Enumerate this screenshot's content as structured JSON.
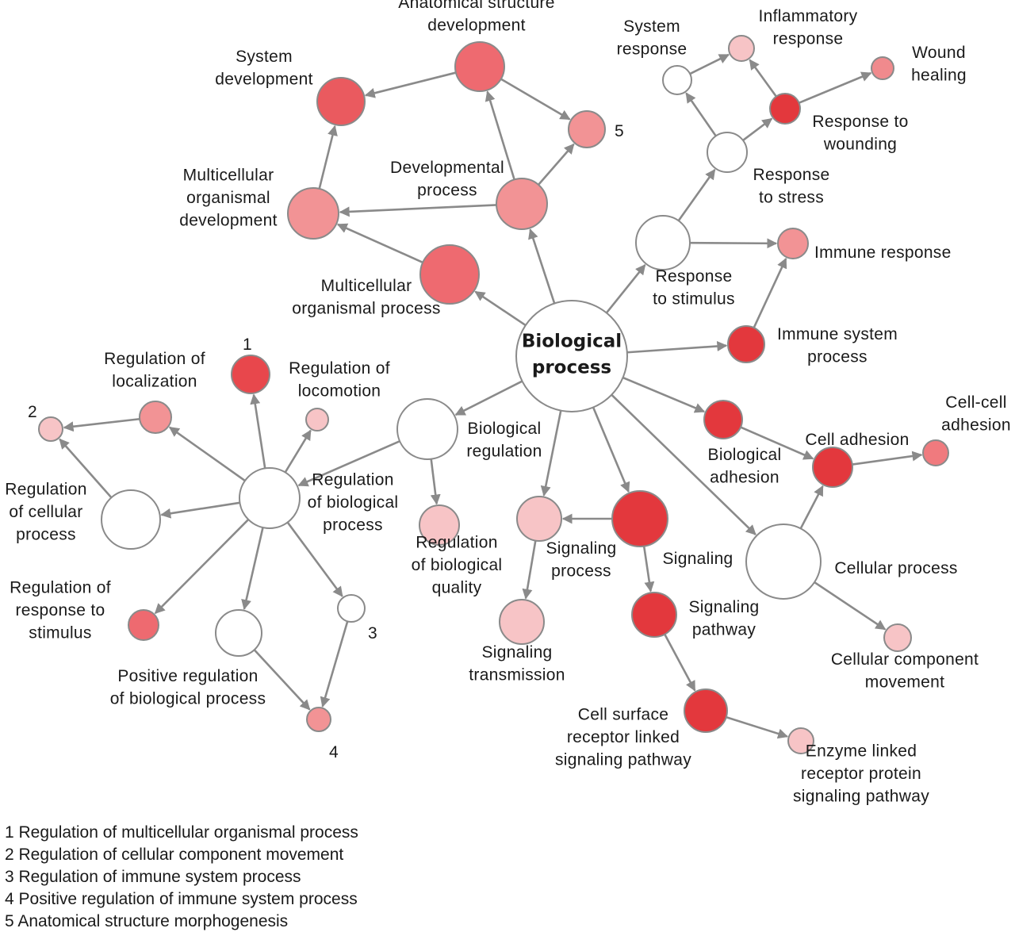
{
  "diagram": {
    "nodes": [
      {
        "id": "bp",
        "label": [
          "Biological",
          "process"
        ],
        "root": true,
        "fill": "#ffffff"
      },
      {
        "id": "asd",
        "label": [
          "Anatomical structure",
          "development"
        ],
        "fill": "#ee6a70"
      },
      {
        "id": "sysdev",
        "label": [
          "System",
          "development"
        ],
        "fill": "#ea5a5f"
      },
      {
        "id": "n5",
        "label": [
          "5"
        ],
        "fill": "#f29395"
      },
      {
        "id": "devproc",
        "label": [
          "Developmental",
          "process"
        ],
        "fill": "#f29395"
      },
      {
        "id": "mod",
        "label": [
          "Multicellular",
          "organismal",
          "development"
        ],
        "fill": "#f29395"
      },
      {
        "id": "mop",
        "label": [
          "Multicellular",
          "organismal process"
        ],
        "fill": "#ee6a70"
      },
      {
        "id": "sysresp",
        "label": [
          "System",
          "response"
        ],
        "fill": "#ffffff"
      },
      {
        "id": "inflam",
        "label": [
          "Inflammatory",
          "response"
        ],
        "fill": "#f7c4c6"
      },
      {
        "id": "wound",
        "label": [
          "Wound",
          "healing"
        ],
        "fill": "#f08a8d"
      },
      {
        "id": "rtw",
        "label": [
          "Response to",
          "wounding"
        ],
        "fill": "#e3383d"
      },
      {
        "id": "rts",
        "label": [
          "Response",
          "to stress"
        ],
        "fill": "#ffffff"
      },
      {
        "id": "rtstim",
        "label": [
          "Response",
          "to stimulus"
        ],
        "fill": "#ffffff"
      },
      {
        "id": "immresp",
        "label": [
          "Immune response"
        ],
        "fill": "#f29395"
      },
      {
        "id": "isp",
        "label": [
          "Immune system",
          "process"
        ],
        "fill": "#e3383d"
      },
      {
        "id": "badh",
        "label": [
          "Biological",
          "adhesion"
        ],
        "fill": "#e3383d"
      },
      {
        "id": "celladh",
        "label": [
          "Cell adhesion"
        ],
        "fill": "#e3383d"
      },
      {
        "id": "cellcell",
        "label": [
          "Cell-cell",
          "adhesion"
        ],
        "fill": "#f07a7e"
      },
      {
        "id": "cellproc",
        "label": [
          "Cellular process"
        ],
        "fill": "#ffffff"
      },
      {
        "id": "ccm",
        "label": [
          "Cellular component",
          "movement"
        ],
        "fill": "#f7c4c6"
      },
      {
        "id": "breg",
        "label": [
          "Biological",
          "regulation"
        ],
        "fill": "#ffffff"
      },
      {
        "id": "signaling",
        "label": [
          "Signaling"
        ],
        "fill": "#e3383d"
      },
      {
        "id": "sigproc",
        "label": [
          "Signaling",
          "process"
        ],
        "fill": "#f7c4c6"
      },
      {
        "id": "sigtrans",
        "label": [
          "Signaling",
          "transmission"
        ],
        "fill": "#f7c4c6"
      },
      {
        "id": "sigpath",
        "label": [
          "Signaling",
          "pathway"
        ],
        "fill": "#e3383d"
      },
      {
        "id": "csrl",
        "label": [
          "Cell surface",
          "receptor linked",
          "signaling pathway"
        ],
        "fill": "#e3383d"
      },
      {
        "id": "elrp",
        "label": [
          "Enzyme linked",
          "receptor protein",
          "signaling pathway"
        ],
        "fill": "#f7c4c6"
      },
      {
        "id": "rbq",
        "label": [
          "Regulation",
          "of biological",
          "quality"
        ],
        "fill": "#f7c4c6"
      },
      {
        "id": "rbp",
        "label": [
          "Regulation",
          "of biological",
          "process"
        ],
        "fill": "#ffffff"
      },
      {
        "id": "n1",
        "label": [
          "1"
        ],
        "fill": "#e8474c"
      },
      {
        "id": "rloco",
        "label": [
          "Regulation of",
          "locomotion"
        ],
        "fill": "#f7c4c6"
      },
      {
        "id": "rloc",
        "label": [
          "Regulation of",
          "localization"
        ],
        "fill": "#f29395"
      },
      {
        "id": "n2",
        "label": [
          "2"
        ],
        "fill": "#f7c4c6"
      },
      {
        "id": "rcp",
        "label": [
          "Regulation",
          "of cellular",
          "process"
        ],
        "fill": "#ffffff"
      },
      {
        "id": "rrs",
        "label": [
          "Regulation of",
          "response to",
          "stimulus"
        ],
        "fill": "#ee6a70"
      },
      {
        "id": "prbp",
        "label": [
          "Positive regulation",
          "of biological process"
        ],
        "fill": "#ffffff"
      },
      {
        "id": "n3",
        "label": [
          "3"
        ],
        "fill": "#ffffff"
      },
      {
        "id": "n4",
        "label": [
          "4"
        ],
        "fill": "#f29395"
      }
    ],
    "edges": [
      [
        "bp",
        "mop"
      ],
      [
        "bp",
        "devproc"
      ],
      [
        "bp",
        "rtstim"
      ],
      [
        "bp",
        "isp"
      ],
      [
        "bp",
        "badh"
      ],
      [
        "bp",
        "cellproc"
      ],
      [
        "bp",
        "signaling"
      ],
      [
        "bp",
        "sigproc"
      ],
      [
        "bp",
        "breg"
      ],
      [
        "mop",
        "mod"
      ],
      [
        "devproc",
        "mod"
      ],
      [
        "devproc",
        "asd"
      ],
      [
        "devproc",
        "n5"
      ],
      [
        "asd",
        "sysdev"
      ],
      [
        "asd",
        "n5"
      ],
      [
        "mod",
        "sysdev"
      ],
      [
        "rtstim",
        "rts"
      ],
      [
        "rtstim",
        "immresp"
      ],
      [
        "rts",
        "sysresp"
      ],
      [
        "rts",
        "rtw"
      ],
      [
        "sysresp",
        "inflam"
      ],
      [
        "rtw",
        "inflam"
      ],
      [
        "rtw",
        "wound"
      ],
      [
        "isp",
        "immresp"
      ],
      [
        "badh",
        "celladh"
      ],
      [
        "cellproc",
        "celladh"
      ],
      [
        "celladh",
        "cellcell"
      ],
      [
        "cellproc",
        "ccm"
      ],
      [
        "signaling",
        "sigproc"
      ],
      [
        "signaling",
        "sigpath"
      ],
      [
        "sigproc",
        "sigtrans"
      ],
      [
        "sigpath",
        "csrl"
      ],
      [
        "csrl",
        "elrp"
      ],
      [
        "breg",
        "rbq"
      ],
      [
        "breg",
        "rbp"
      ],
      [
        "rbp",
        "n1"
      ],
      [
        "rbp",
        "rloco"
      ],
      [
        "rbp",
        "rloc"
      ],
      [
        "rbp",
        "rcp"
      ],
      [
        "rbp",
        "rrs"
      ],
      [
        "rbp",
        "prbp"
      ],
      [
        "rbp",
        "n3"
      ],
      [
        "rloc",
        "n2"
      ],
      [
        "rcp",
        "n2"
      ],
      [
        "prbp",
        "n4"
      ],
      [
        "n3",
        "n4"
      ]
    ]
  },
  "legend": [
    "1  Regulation of multicellular organismal process",
    "2  Regulation of cellular component movement",
    "3  Regulation of immune system process",
    "4  Positive regulation of immune system process",
    "5  Anatomical structure morphogenesis"
  ]
}
